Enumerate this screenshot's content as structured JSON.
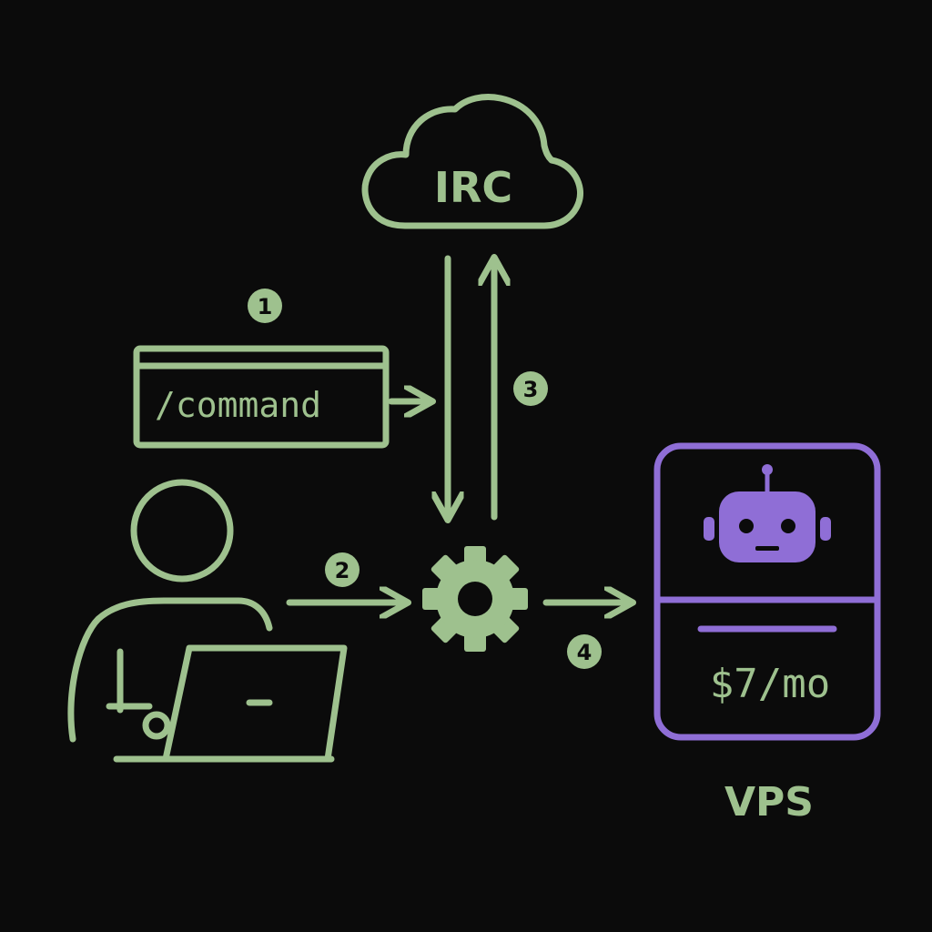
{
  "colors": {
    "background": "#0b0b0b",
    "accent_green": "#9ec18e",
    "accent_purple": "#8f6ed6"
  },
  "cloud": {
    "label": "IRC",
    "icon": "cloud-icon"
  },
  "command_box": {
    "text": "/command"
  },
  "steps": {
    "step1": "1",
    "step2": "2",
    "step3": "3",
    "step4": "4"
  },
  "gear": {
    "icon": "gear-icon"
  },
  "user": {
    "icon": "person-with-laptop-icon"
  },
  "vps": {
    "icon": "robot-icon",
    "price": "$7/mo",
    "caption": "VPS"
  }
}
